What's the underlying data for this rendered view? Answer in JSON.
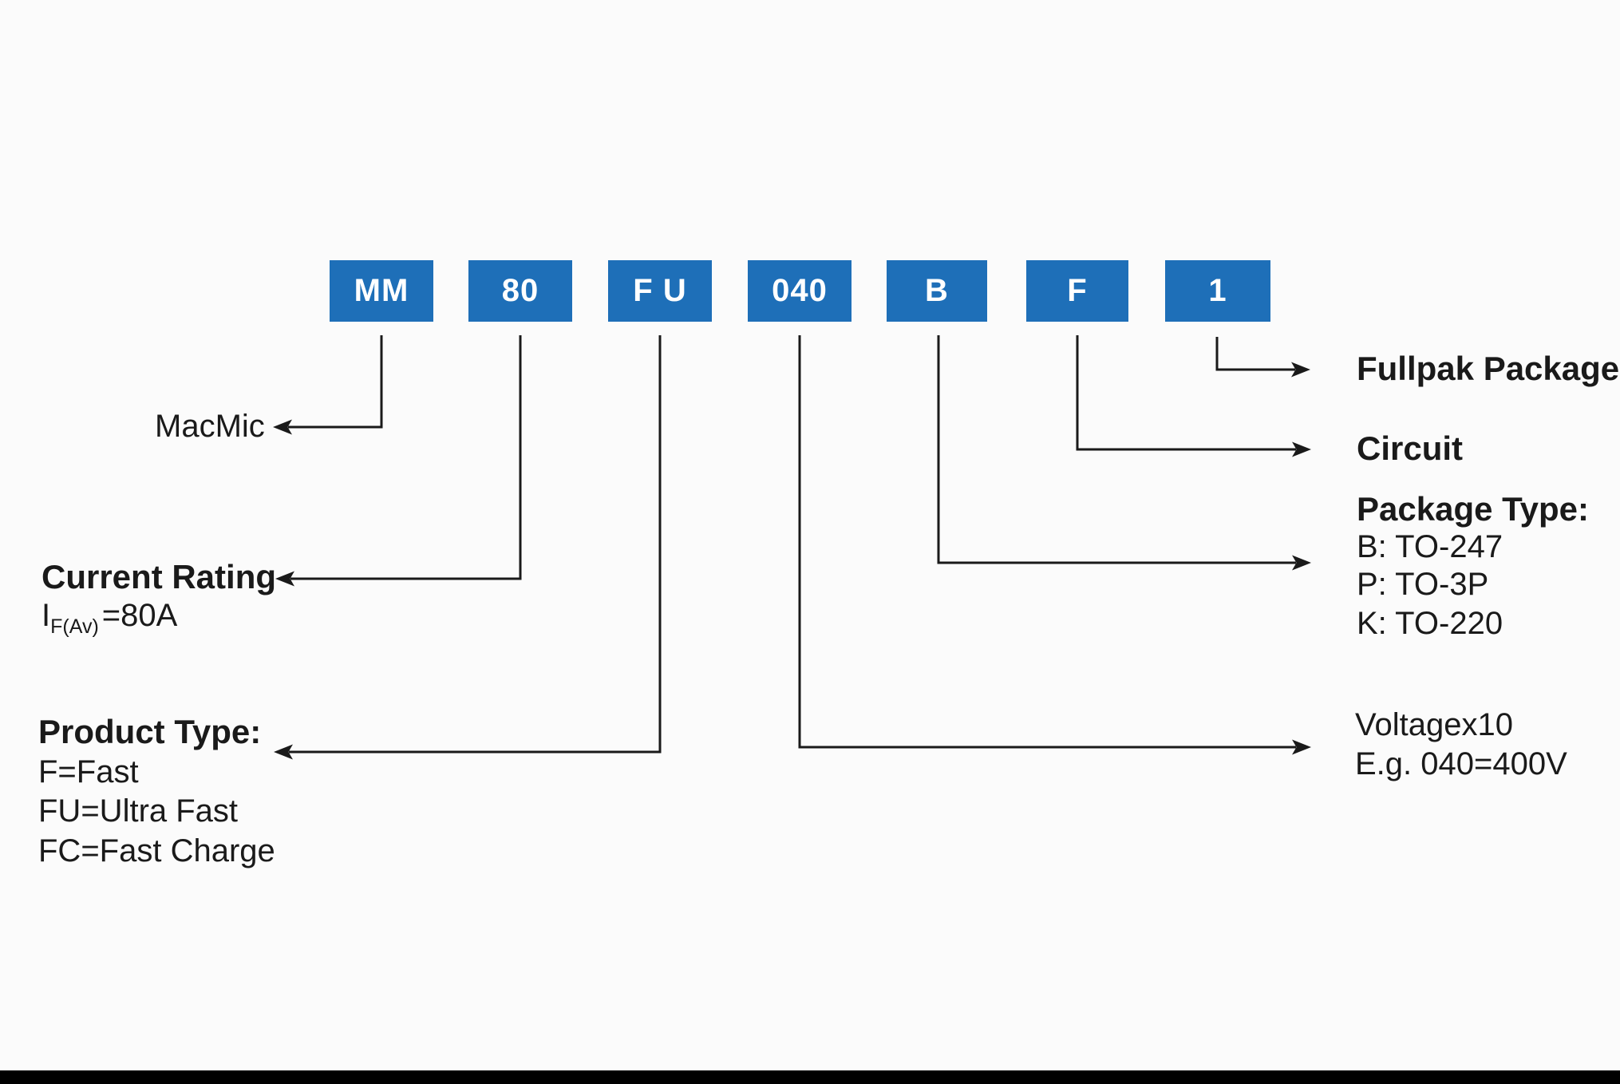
{
  "boxes": [
    "MM",
    "80",
    "F U",
    "040",
    "B",
    "F",
    "1"
  ],
  "labels": {
    "macmic": "MacMic",
    "current_rating_title": "Current Rating",
    "current_rating_symbol_main": "I",
    "current_rating_symbol_sub": "F(Av)",
    "current_rating_value": "=80A",
    "product_type_title": "Product Type:",
    "product_type_options": [
      "F=Fast",
      "FU=Ultra Fast",
      "FC=Fast Charge"
    ],
    "voltage_lines": [
      "Voltagex10",
      "E.g. 040=400V"
    ],
    "package_type_title": "Package Type:",
    "package_type_options": [
      "B: TO-247",
      "P: TO-3P",
      "K: TO-220"
    ],
    "circuit": "Circuit",
    "fullpak": "Fullpak Package"
  },
  "colors": {
    "background": "#fbfbfb",
    "box_fill": "#1e6fb8",
    "box_text": "#ffffff",
    "line": "#1a1a1a",
    "bottom_bar": "#000000"
  }
}
